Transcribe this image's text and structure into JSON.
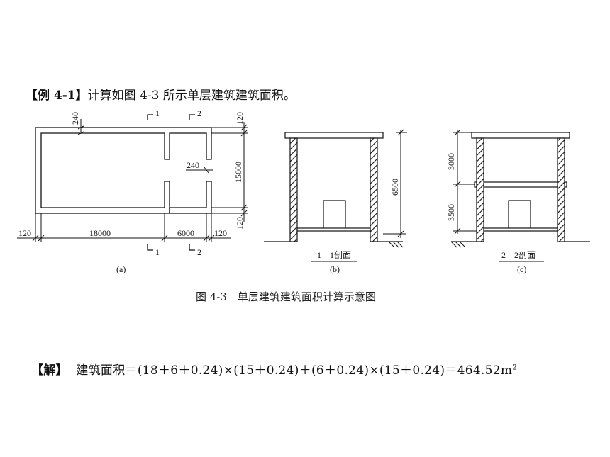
{
  "example": {
    "label": "【例 4-1】",
    "text": "计算如图 4-3 所示单层建筑建筑面积。"
  },
  "figure": {
    "caption": "图 4-3　单层建筑建筑面积计算示意图",
    "plan": {
      "sub_label": "(a)",
      "section_marks": [
        "1",
        "2",
        "1",
        "2"
      ],
      "dims": {
        "wall_top": "240",
        "inner_wall": "240",
        "right_top": "120",
        "right_total": "15000",
        "right_bottom": "120",
        "bottom_left": "120",
        "bottom_span1": "18000",
        "bottom_span2": "6000",
        "bottom_right": "120"
      }
    },
    "section1": {
      "title": "1—1剖面",
      "sub_label": "(b)",
      "height": "6500"
    },
    "section2": {
      "title": "2—2剖面",
      "sub_label": "(c)",
      "height_upper": "3000",
      "height_lower": "3500"
    }
  },
  "solution": {
    "label": "【解】",
    "text": "建筑面积＝(18＋6＋0.24)×(15＋0.24)＋(6＋0.24)×(15＋0.24)＝464.52m",
    "superscript": "2"
  }
}
